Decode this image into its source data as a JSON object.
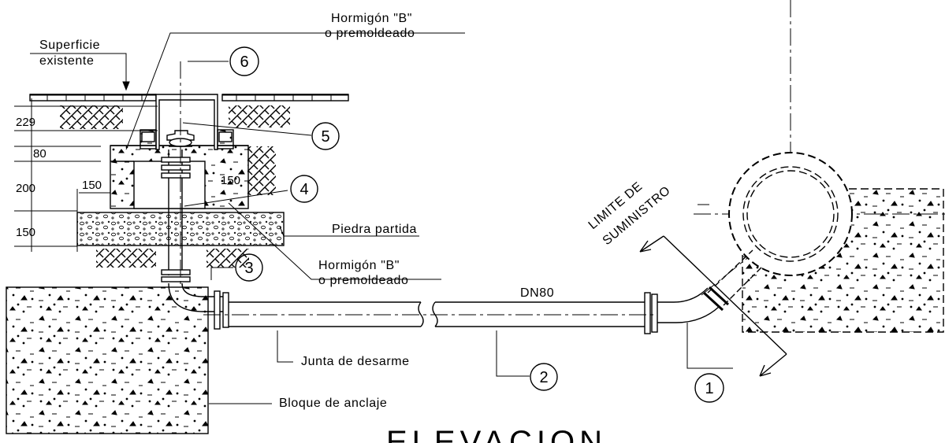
{
  "title": "ELEVACION",
  "labels": {
    "superficie_1": "Superficie",
    "superficie_2": "existente",
    "hormigon_top_1": "Hormigón \"B\"",
    "hormigon_top_2": "o premoldeado",
    "hormigon_mid_1": "Hormigón \"B\"",
    "hormigon_mid_2": "o premoldeado",
    "piedra": "Piedra partida",
    "junta": "Junta de desarme",
    "bloque": "Bloque de anclaje",
    "dn": "DN80",
    "limite_1": "LIMITE DE",
    "limite_2": "SUMINISTRO"
  },
  "dimensions": {
    "d229": "229",
    "d80": "80",
    "d200": "200",
    "d150": "150",
    "d150_left": "150",
    "d150_inner": "150"
  },
  "callouts": [
    "1",
    "2",
    "3",
    "4",
    "5",
    "6"
  ],
  "colors": {
    "line": "#000000",
    "background": "#ffffff"
  }
}
